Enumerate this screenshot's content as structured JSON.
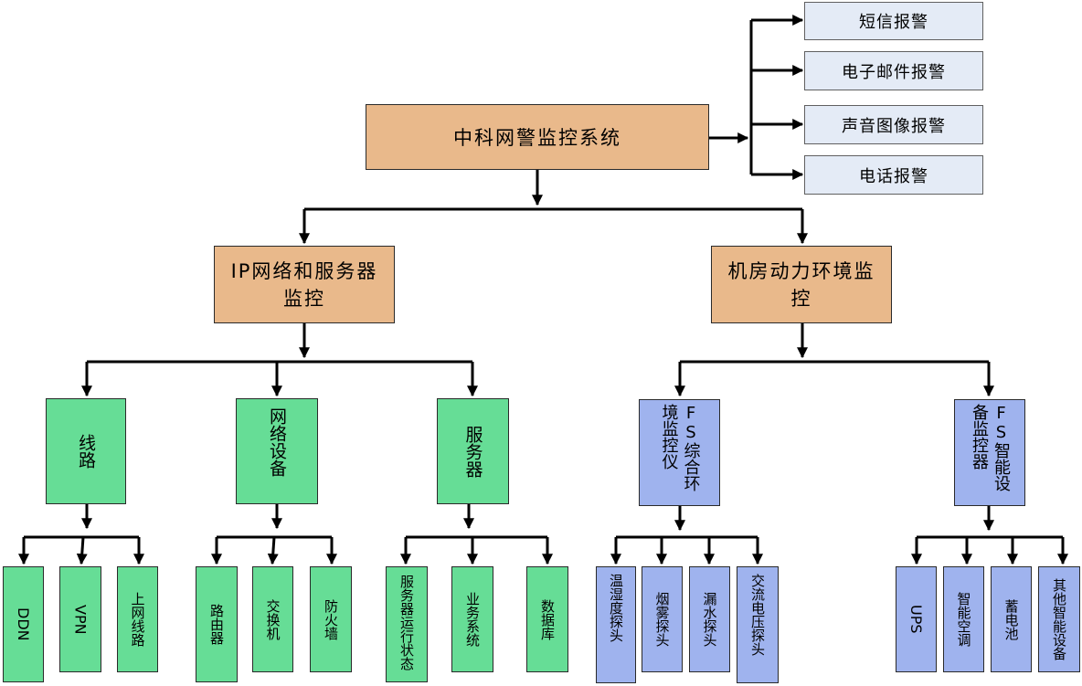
{
  "root": "中科网警监控系统",
  "alarms": [
    "短信报警",
    "电子邮件报警",
    "声音图像报警",
    "电话报警"
  ],
  "branches": [
    {
      "label": "IP网络和服务器监控",
      "label_l1": "IP网络和服务器",
      "label_l2": "监控"
    },
    {
      "label": "机房动力环境监控",
      "label_l1": "机房动力环境监",
      "label_l2": "控"
    }
  ],
  "groups": {
    "lines": "线路",
    "net_devices": "网络设备",
    "servers": "服务器",
    "fs_env": "FS综合环境监控仪",
    "fs_smart": "FS智能设备监控器"
  },
  "leaves": {
    "ddn": "DDN",
    "vpn": "VPN",
    "internet": "上网线路",
    "router": "路由器",
    "switch": "交换机",
    "firewall": "防火墙",
    "server_status": "服务器运行状态",
    "business": "业务系统",
    "database": "数据库",
    "temp_hum": "温湿度探头",
    "smoke": "烟雾探头",
    "water": "漏水探头",
    "ac_voltage": "交流电压探头",
    "ups": "UPS",
    "smart_ac": "智能空调",
    "battery": "蓄电池",
    "other": "其他智能设备"
  }
}
